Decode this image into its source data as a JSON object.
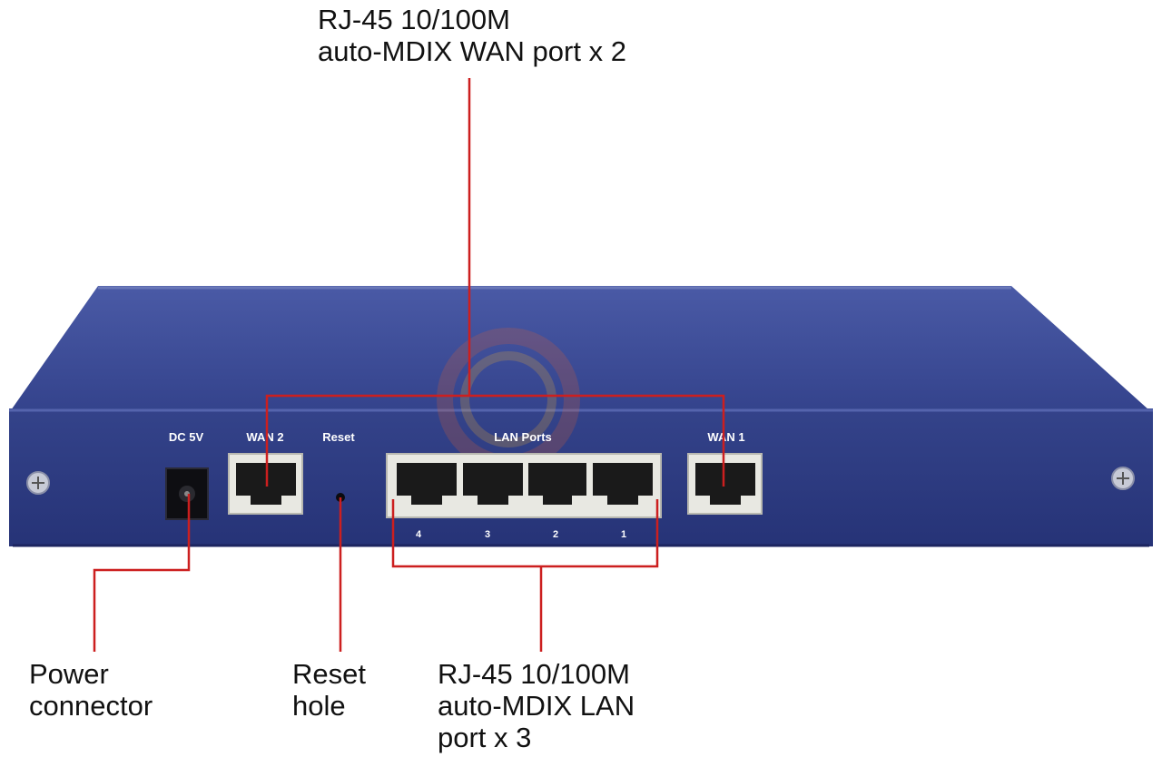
{
  "callouts": {
    "wan": {
      "line1": "RJ-45 10/100M",
      "line2": "auto-MDIX WAN port x 2"
    },
    "power": {
      "line1": "Power",
      "line2": "connector"
    },
    "reset": {
      "line1": "Reset",
      "line2": "hole"
    },
    "lan": {
      "line1": "RJ-45 10/100M",
      "line2": "auto-MDIX LAN",
      "line3": "port x 3"
    }
  },
  "panel_labels": {
    "dc": "DC 5V",
    "wan2": "WAN 2",
    "reset": "Reset",
    "lan": "LAN Ports",
    "wan1": "WAN 1"
  },
  "lan_port_numbers": [
    "4",
    "3",
    "2",
    "1"
  ],
  "colors": {
    "device_body": "#2d3b80",
    "device_top": "#3a4a94",
    "leader_lines": "#cc1f1f",
    "port_housing": "#e8e8e2"
  }
}
